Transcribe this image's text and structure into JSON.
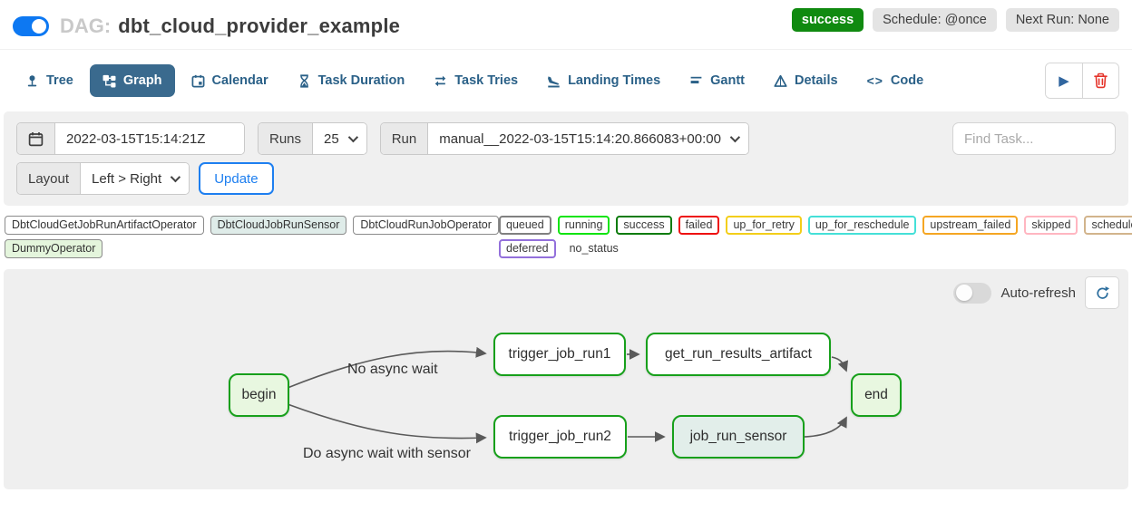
{
  "header": {
    "toggle_state": "on",
    "dag_prefix": "DAG:",
    "dag_name": "dbt_cloud_provider_example",
    "status_badge": "success",
    "schedule_badge": "Schedule: @once",
    "next_run_badge": "Next Run: None"
  },
  "tabs": [
    {
      "label": "Tree",
      "icon": "tree-icon",
      "active": false
    },
    {
      "label": "Graph",
      "icon": "graph-icon",
      "active": true
    },
    {
      "label": "Calendar",
      "icon": "calendar-icon",
      "active": false
    },
    {
      "label": "Task Duration",
      "icon": "hourglass-icon",
      "active": false
    },
    {
      "label": "Task Tries",
      "icon": "repeat-icon",
      "active": false
    },
    {
      "label": "Landing Times",
      "icon": "plane-landing-icon",
      "active": false
    },
    {
      "label": "Gantt",
      "icon": "gantt-icon",
      "active": false
    },
    {
      "label": "Details",
      "icon": "triangle-icon",
      "active": false
    },
    {
      "label": "Code",
      "icon": "code-icon",
      "active": false
    }
  ],
  "toolbar": {
    "play_icon": "play-trigger-dag-icon",
    "delete_icon": "trash-delete-dag-icon",
    "code_glyph": "<>"
  },
  "filters": {
    "base_date_value": "2022-03-15T15:14:21Z",
    "runs_label": "Runs",
    "runs_value": "25",
    "run_label": "Run",
    "run_value": "manual__2022-03-15T15:14:20.866083+00:00",
    "find_task_placeholder": "Find Task...",
    "layout_label": "Layout",
    "layout_value": "Left > Right",
    "update_label": "Update"
  },
  "legend": {
    "operators": [
      {
        "label": "DbtCloudGetJobRunArtifactOperator",
        "fill": "#ffffff"
      },
      {
        "label": "DbtCloudJobRunSensor",
        "fill": "#dfece9"
      },
      {
        "label": "DbtCloudRunJobOperator",
        "fill": "#ffffff"
      },
      {
        "label": "DummyOperator",
        "fill": "#e4f5dc"
      }
    ],
    "states": [
      {
        "label": "queued",
        "color": "#808080"
      },
      {
        "label": "running",
        "color": "#11e411"
      },
      {
        "label": "success",
        "color": "#0e7c0e"
      },
      {
        "label": "failed",
        "color": "#ee1111"
      },
      {
        "label": "up_for_retry",
        "color": "#f3ce19"
      },
      {
        "label": "up_for_reschedule",
        "color": "#45e0d8"
      },
      {
        "label": "upstream_failed",
        "color": "#f5a623"
      },
      {
        "label": "skipped",
        "color": "#ffb6c1"
      },
      {
        "label": "scheduled",
        "color": "#d2b48c"
      },
      {
        "label": "deferred",
        "color": "#9370db"
      },
      {
        "label": "no_status",
        "color": "transparent"
      }
    ]
  },
  "graph": {
    "auto_refresh_label": "Auto-refresh",
    "nodes": [
      {
        "id": "begin",
        "label": "begin",
        "fill": "#e8f7e0",
        "border": "#17a01b",
        "state": "success"
      },
      {
        "id": "trigger_job_run1",
        "label": "trigger_job_run1",
        "fill": "#ffffff",
        "border": "#17a01b",
        "state": "success"
      },
      {
        "id": "get_run_results_artifact",
        "label": "get_run_results_artifact",
        "fill": "#ffffff",
        "border": "#17a01b",
        "state": "success"
      },
      {
        "id": "end",
        "label": "end",
        "fill": "#e8f7e0",
        "border": "#17a01b",
        "state": "success"
      },
      {
        "id": "trigger_job_run2",
        "label": "trigger_job_run2",
        "fill": "#ffffff",
        "border": "#17a01b",
        "state": "success"
      },
      {
        "id": "job_run_sensor",
        "label": "job_run_sensor",
        "fill": "#e2eeea",
        "border": "#17a01b",
        "state": "success"
      }
    ],
    "edge_labels": [
      "No async wait",
      "Do async wait with sensor"
    ],
    "edges": [
      [
        "begin",
        "trigger_job_run1"
      ],
      [
        "begin",
        "trigger_job_run2"
      ],
      [
        "trigger_job_run1",
        "get_run_results_artifact"
      ],
      [
        "get_run_results_artifact",
        "end"
      ],
      [
        "trigger_job_run2",
        "job_run_sensor"
      ],
      [
        "job_run_sensor",
        "end"
      ]
    ]
  },
  "colors": {
    "accent_blue": "#0d78f2",
    "tab_active_bg": "#3a6a8e",
    "tab_text": "#2b6188",
    "success_badge_bg": "#108a10",
    "panel_gray": "#efefef",
    "node_border_green": "#17a01b",
    "edge_stroke": "#5a5a5a",
    "delete_red": "#e5332a"
  }
}
